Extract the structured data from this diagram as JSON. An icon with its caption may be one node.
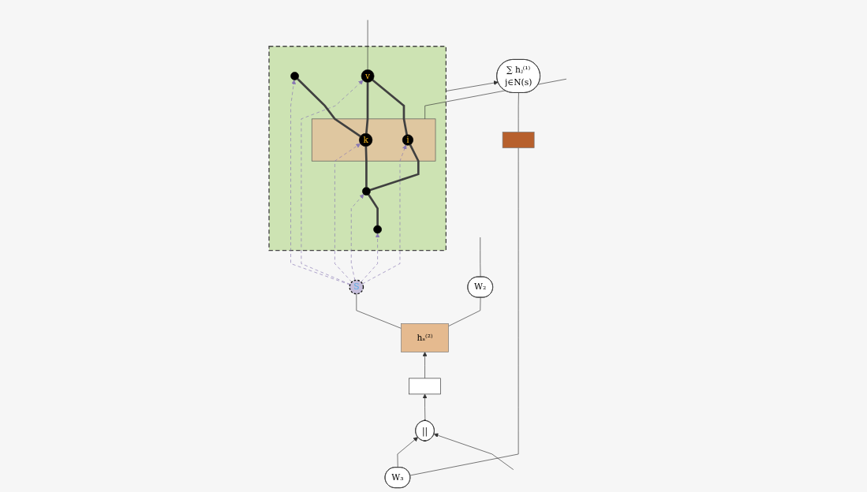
{
  "diagram": {
    "nodes": [
      {
        "text": [
          "W₂"
        ]
      },
      {
        "text": [
          "hₛ⁽²⁾"
        ]
      },
      {
        "text": [
          "S"
        ]
      },
      {
        "text": [],
        "shape": "box"
      },
      {
        "text": [
          "∑ hⱼ⁽¹⁾",
          "j∈N(s)"
        ]
      },
      {
        "text": [],
        "shape": "bar"
      },
      {
        "text": [
          "||"
        ]
      },
      {
        "text": [
          "W₃"
        ]
      },
      {
        "text": [],
        "shape": "cloud"
      },
      {
        "text": [],
        "shape": "box",
        "in": 8
      },
      {
        "text": [],
        "shape": "circle",
        "in": 8
      },
      {
        "text": [],
        "shape": "circle",
        "in": 8
      },
      {
        "text": [
          "k"
        ],
        "in": 9
      },
      {
        "text": [
          "i"
        ],
        "in": 9
      },
      {
        "text": [],
        "shape": "circle",
        "in": 8
      },
      {
        "text": [
          "v"
        ],
        "in": 8
      }
    ],
    "edges": [
      {
        "from": 0,
        "to": null,
        "arrow": "none"
      },
      {
        "from": 1,
        "to": 0,
        "arrow": "none"
      },
      {
        "from": 3,
        "to": 1,
        "arrow": "to"
      },
      {
        "from": 1,
        "to": 2,
        "arrow": "none"
      },
      {
        "from": 6,
        "to": 3,
        "arrow": "to"
      },
      {
        "from": 7,
        "to": 6,
        "arrow": "to"
      },
      {
        "from": 7,
        "to": 5,
        "arrow": "none"
      },
      {
        "from": 5,
        "to": 4,
        "arrow": "none"
      },
      {
        "from": 8,
        "to": 4,
        "arrow": "to"
      },
      {
        "from": null,
        "to": 6,
        "arrow": "to"
      },
      {
        "from": 2,
        "to": 10,
        "arrow": "to",
        "style": "dashed",
        "color": "#8a78b4"
      },
      {
        "from": 2,
        "to": 11,
        "arrow": "to",
        "style": "dashed",
        "color": "#8a78b4"
      },
      {
        "from": 2,
        "to": 13,
        "arrow": "to",
        "style": "dashed",
        "color": "#8a78b4"
      },
      {
        "from": 2,
        "to": 12,
        "arrow": "to",
        "style": "dashed",
        "color": "#8a78b4"
      },
      {
        "from": 2,
        "to": 14,
        "arrow": "to",
        "style": "dashed",
        "color": "#8a78b4"
      },
      {
        "from": 2,
        "to": 15,
        "arrow": "to",
        "style": "dashed",
        "color": "#8a78b4"
      },
      {
        "from": 10,
        "to": 11,
        "arrow": "none",
        "style": "thick",
        "color": "#404040"
      },
      {
        "from": 11,
        "to": 12,
        "arrow": "none",
        "style": "thick",
        "color": "#404040"
      },
      {
        "from": 11,
        "to": 13,
        "arrow": "none",
        "style": "thick",
        "color": "#404040"
      },
      {
        "from": 12,
        "to": 14,
        "arrow": "none",
        "style": "thick",
        "color": "#404040"
      },
      {
        "from": 12,
        "to": 15,
        "arrow": "none",
        "style": "thick",
        "color": "#404040"
      },
      {
        "from": 13,
        "to": 15,
        "arrow": "none",
        "style": "thick",
        "color": "#404040"
      },
      {
        "from": 9,
        "to": null,
        "arrow": "none"
      },
      {
        "from": 15,
        "to": null,
        "arrow": "none"
      }
    ]
  }
}
